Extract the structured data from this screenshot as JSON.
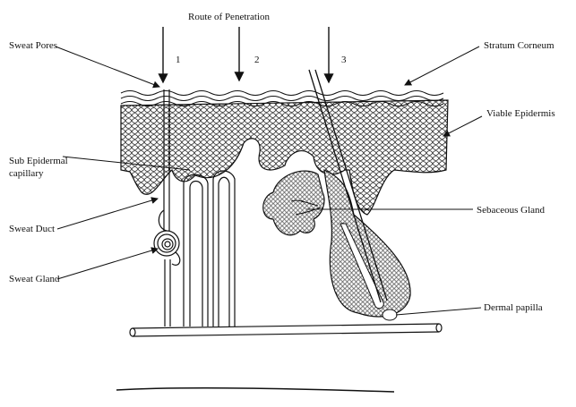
{
  "title": "Route of Penetration",
  "routes": [
    "1",
    "2",
    "3"
  ],
  "labels": {
    "sweat_pores": "Sweat Pores",
    "stratum_corneum": "Stratum Corneum",
    "viable_epidermis": "Viable Epidermis",
    "sub_epidermal_1": "Sub Epidermal",
    "sub_epidermal_2": "capillary",
    "sebaceous_gland": "Sebaceous Gland",
    "sweat_duct": "Sweat Duct",
    "sweat_gland": "Sweat Gland",
    "dermal_papilla": "Dermal papilla"
  },
  "colors": {
    "ink": "#111111",
    "background": "#ffffff"
  }
}
